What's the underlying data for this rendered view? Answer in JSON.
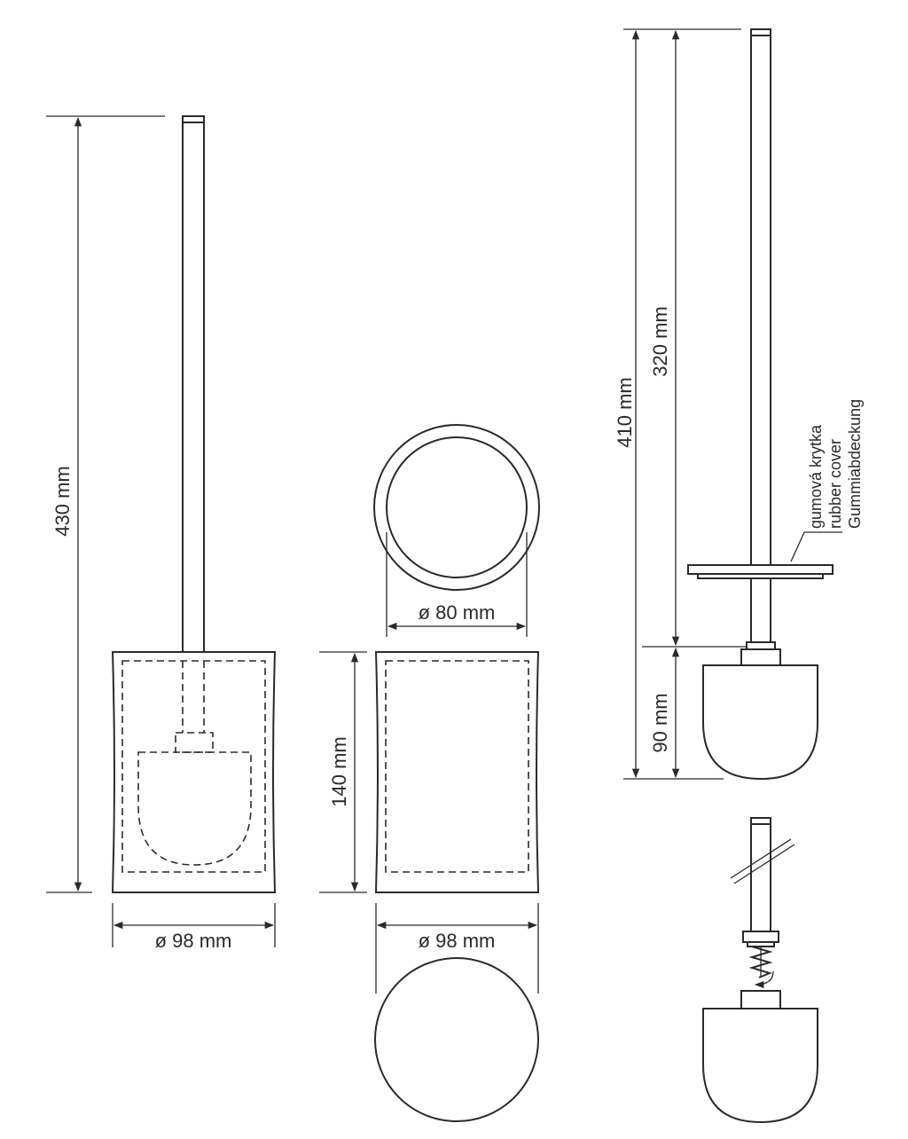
{
  "dimensions": {
    "overall_height": "430 mm",
    "body_diameter_front": "ø 98 mm",
    "inner_diameter": "ø 80 mm",
    "body_height": "140 mm",
    "body_diameter_side": "ø 98 mm",
    "brush_total_length": "410 mm",
    "handle_length": "320 mm",
    "brush_head_length": "90 mm"
  },
  "callout": {
    "lines": [
      "gumová krytka",
      "rubber cover",
      "Gummiabdeckung"
    ]
  }
}
